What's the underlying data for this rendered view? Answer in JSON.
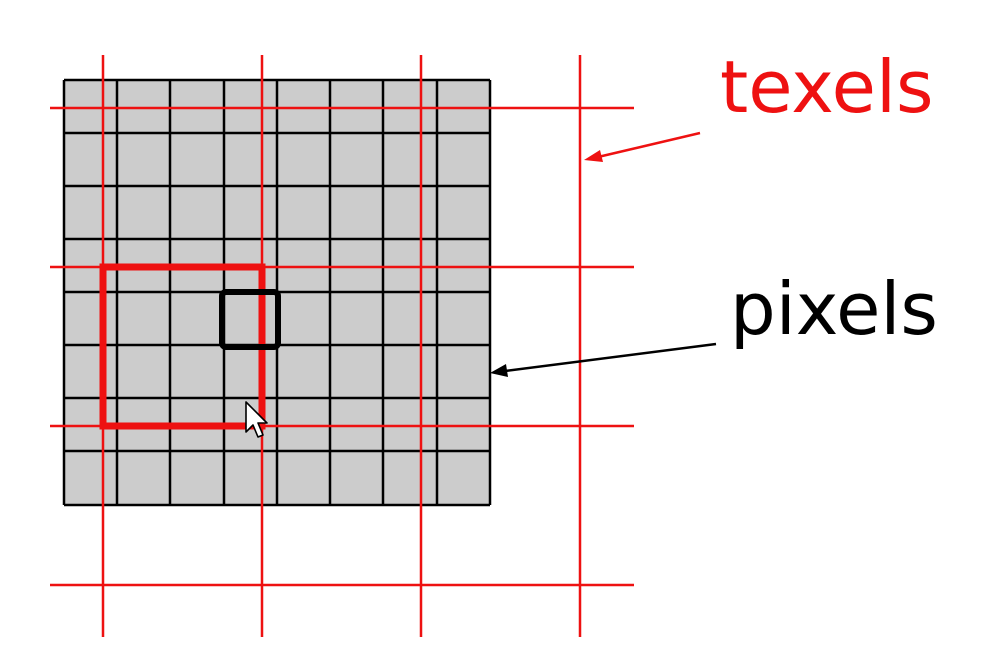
{
  "labels": {
    "texels": "texels",
    "pixels": "pixels"
  },
  "pixel_grid": {
    "columns": 8,
    "rows": 8
  },
  "texel_grid": {
    "columns": 4,
    "rows": 4
  },
  "colors": {
    "texel": "#ee1111",
    "pixel": "#000000",
    "pixel_fill": "#cccccc",
    "background": "#ffffff"
  },
  "icons": {
    "cursor": "mouse-pointer-icon"
  }
}
